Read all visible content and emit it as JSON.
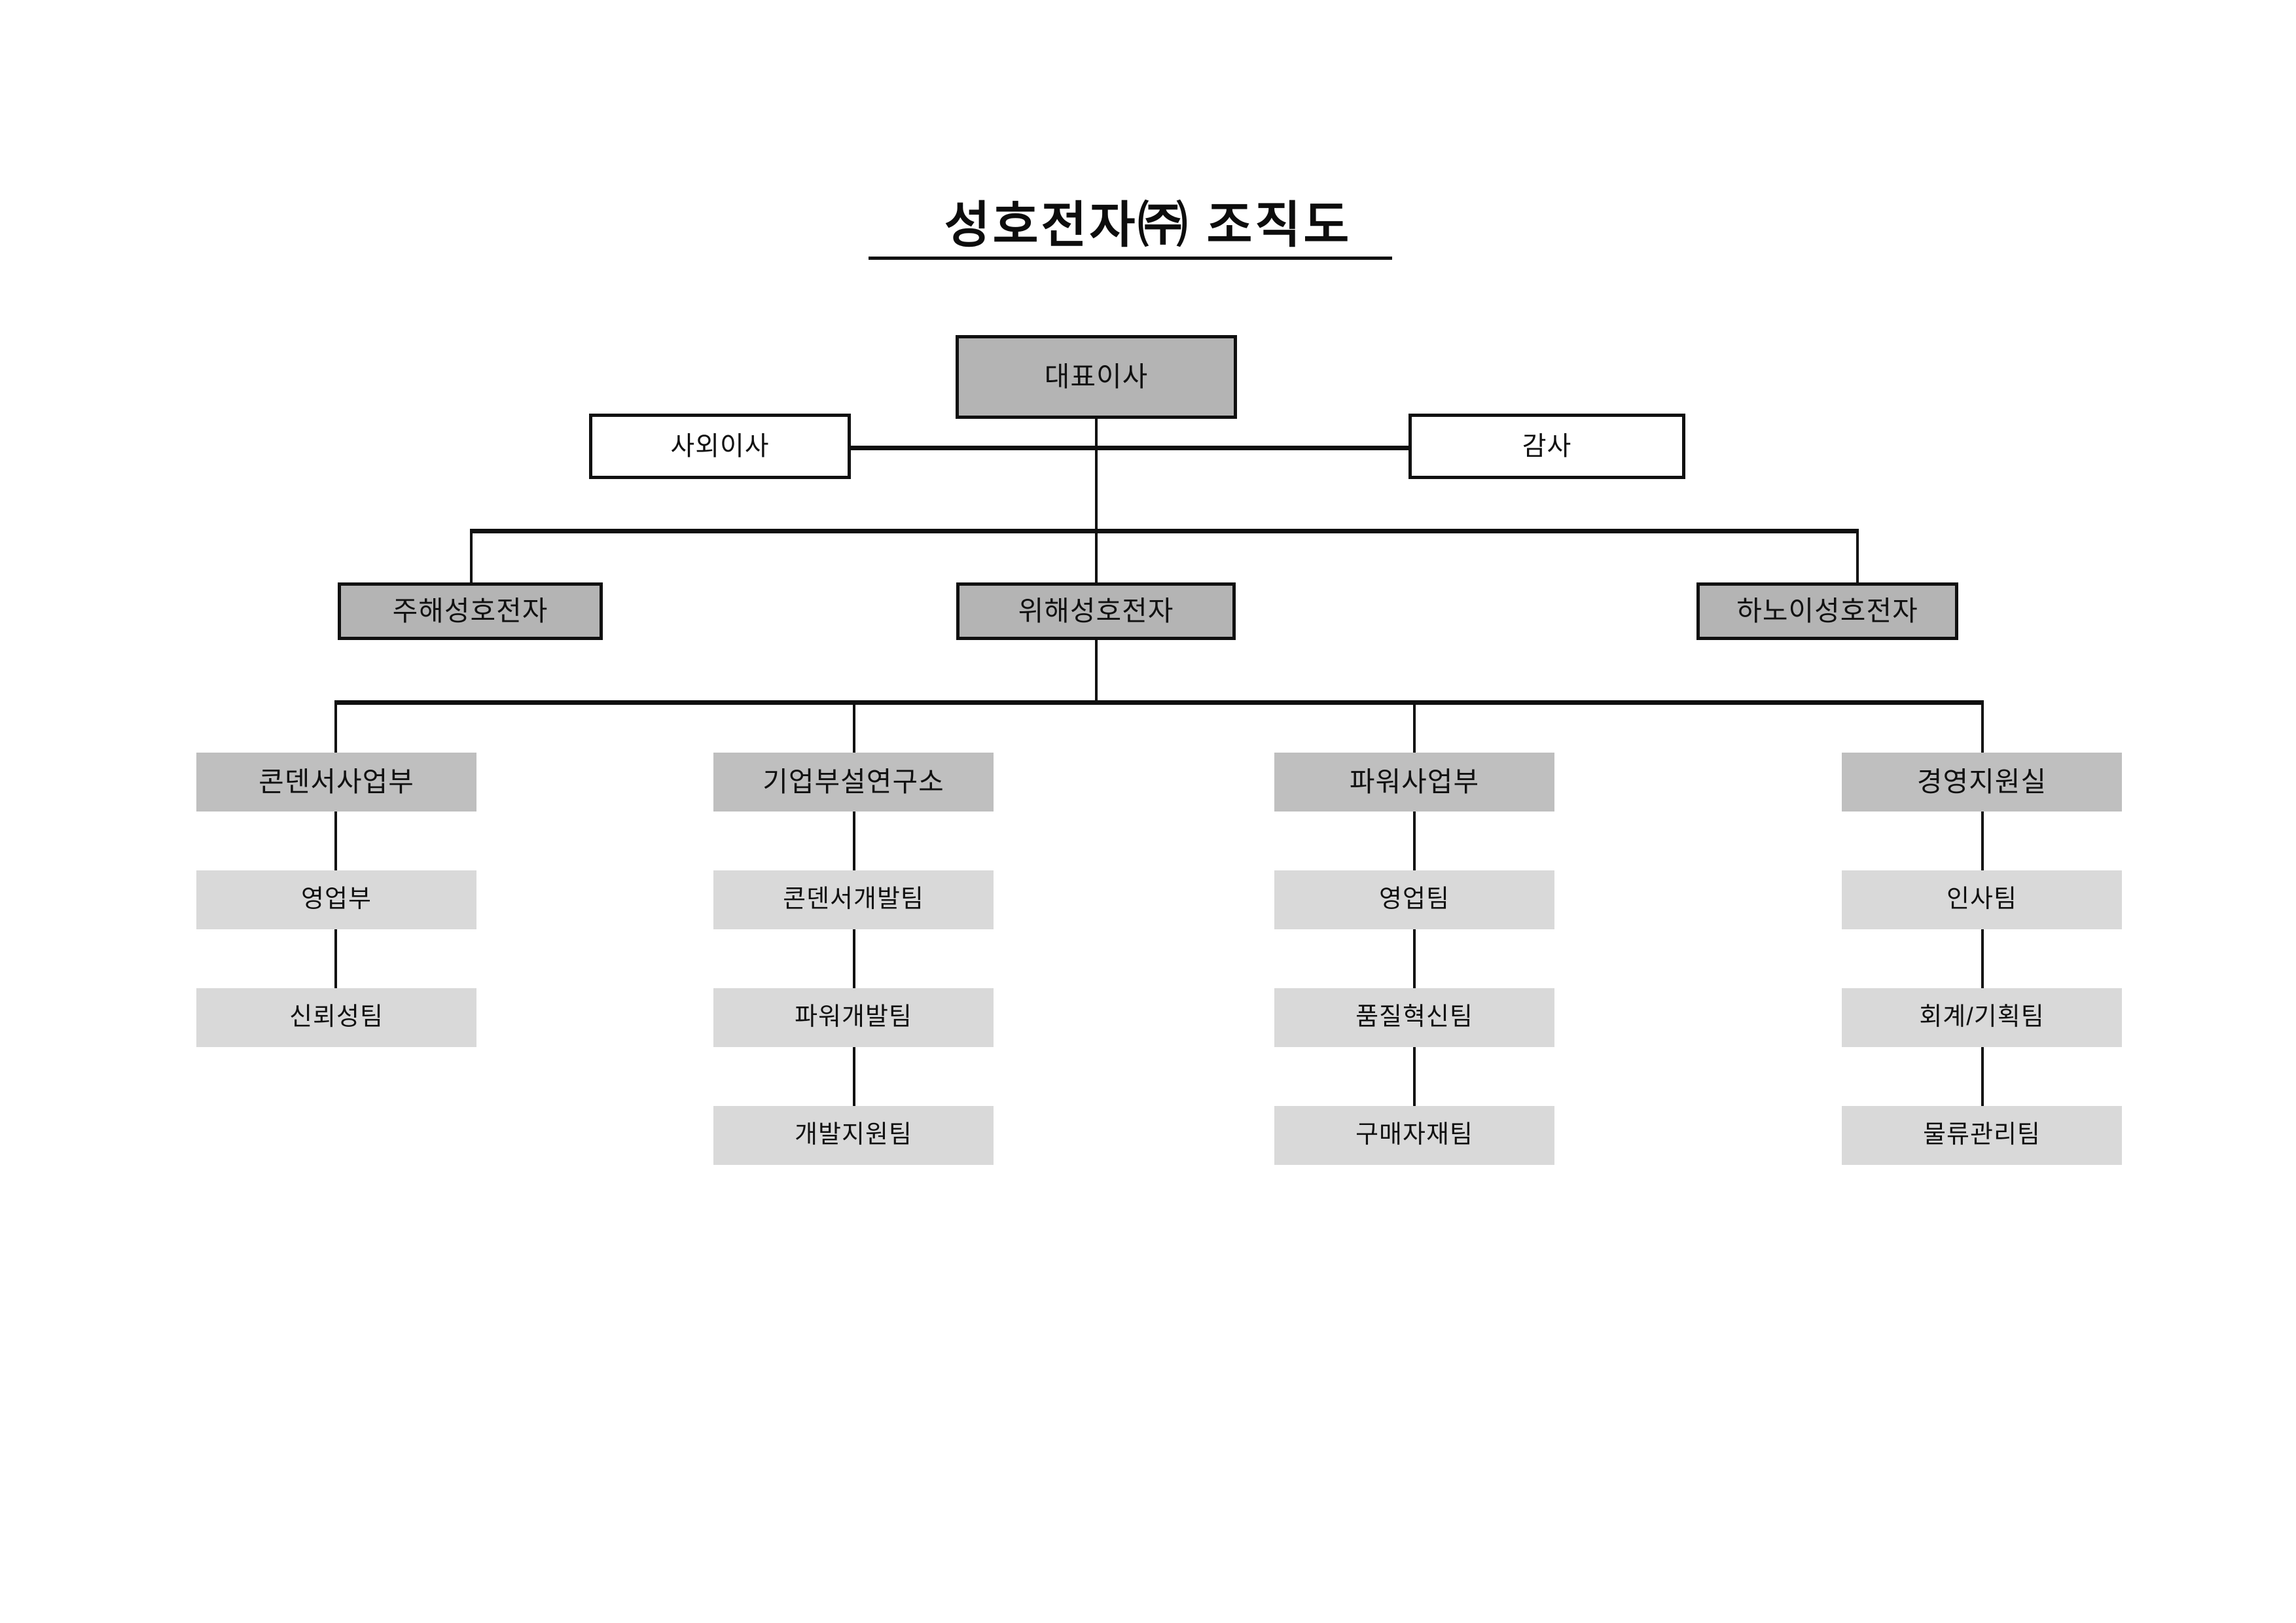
{
  "title": "성호전자㈜ 조직도",
  "colors": {
    "executive_fill": "#b4b4b4",
    "division_fill": "#bfbfbf",
    "team_fill": "#d9d9d9",
    "plain_fill": "#ffffff",
    "line": "#101010",
    "text": "#111111",
    "background": "#ffffff"
  },
  "top": {
    "ceo": "대표이사",
    "outside_director": "사외이사",
    "auditor": "감사"
  },
  "subsidiaries": [
    {
      "label": "주해성호전자"
    },
    {
      "label": "위해성호전자"
    },
    {
      "label": "하노이성호전자"
    }
  ],
  "divisions": [
    {
      "label": "콘덴서사업부",
      "teams": [
        {
          "label": "영업부"
        },
        {
          "label": "신뢰성팀"
        }
      ]
    },
    {
      "label": "기업부설연구소",
      "teams": [
        {
          "label": "콘덴서개발팀"
        },
        {
          "label": "파워개발팀"
        },
        {
          "label": "개발지원팀"
        }
      ]
    },
    {
      "label": "파워사업부",
      "teams": [
        {
          "label": "영업팀"
        },
        {
          "label": "품질혁신팀"
        },
        {
          "label": "구매자재팀"
        }
      ]
    },
    {
      "label": "경영지원실",
      "teams": [
        {
          "label": "인사팀"
        },
        {
          "label": "회계/기획팀"
        },
        {
          "label": "물류관리팀"
        }
      ]
    }
  ]
}
